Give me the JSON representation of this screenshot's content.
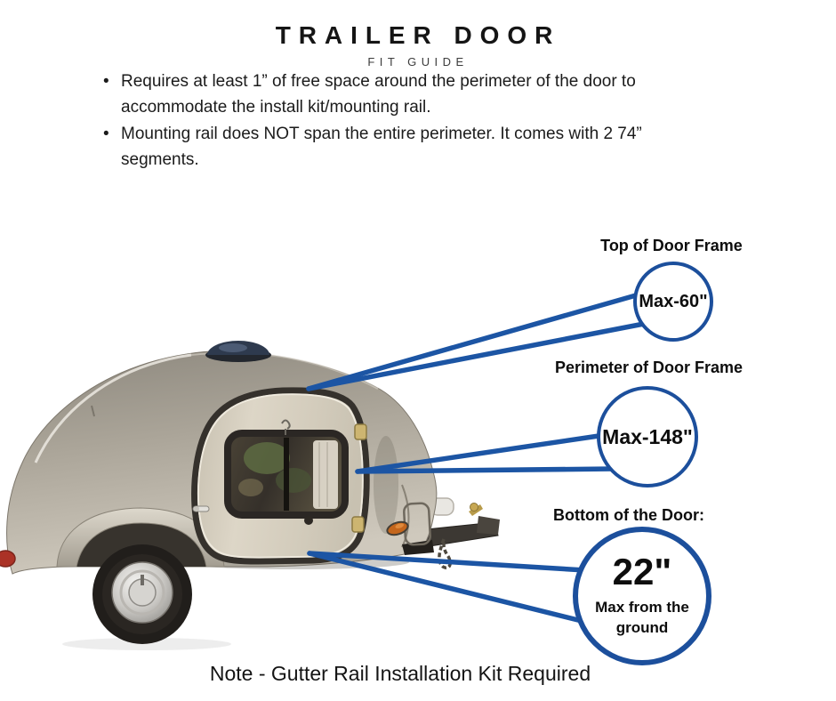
{
  "header": {
    "title": "TRAILER DOOR",
    "subtitle": "FIT GUIDE"
  },
  "bullets": [
    "Requires at least 1” of free space around the perimeter of the door to accommodate the install kit/mounting rail.",
    "Mounting rail does NOT span the entire perimeter. It comes with 2 74” segments."
  ],
  "callouts": [
    {
      "heading": "Top of Door Frame",
      "value": "Max-60\""
    },
    {
      "heading": "Perimeter of Door Frame",
      "value": "Max-148\""
    },
    {
      "heading": "Bottom of the Door:",
      "value": "22\"",
      "sublabel": "Max from the ground"
    }
  ],
  "note": "Note - Gutter Rail Installation Kit Required",
  "colors": {
    "accent_blue": "#1c4f9c",
    "text": "#111111",
    "background": "#ffffff"
  },
  "illustration": {
    "subject": "teardrop-trailer-side-view-with-door"
  }
}
